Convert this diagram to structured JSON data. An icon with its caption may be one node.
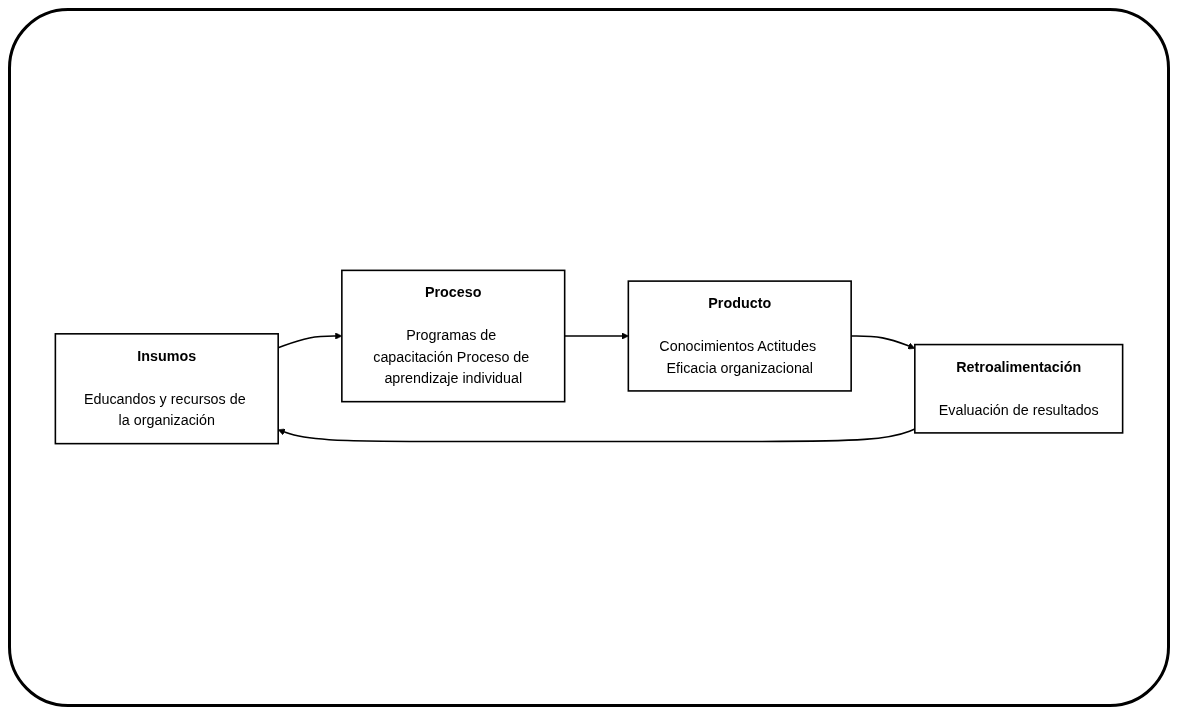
{
  "diagram": {
    "nodes": [
      {
        "text": [
          "Insumos",
          "Educandos y recursos de la organización"
        ]
      },
      {
        "text": [
          "Proceso",
          "Programas de capacitación Proceso de aprendizaje individual"
        ]
      },
      {
        "text": [
          "Producto",
          "Conocimientos Actitudes Eficacia organizacional"
        ]
      },
      {
        "text": [
          "Retroalimentación",
          "Evaluación de resultados"
        ]
      }
    ],
    "edges": [
      {
        "from": 0,
        "to": 1,
        "arrow": "to"
      },
      {
        "from": 1,
        "to": 2,
        "arrow": "to"
      },
      {
        "from": 2,
        "to": 3,
        "arrow": "to"
      },
      {
        "from": 3,
        "to": 0,
        "arrow": "to"
      }
    ]
  }
}
